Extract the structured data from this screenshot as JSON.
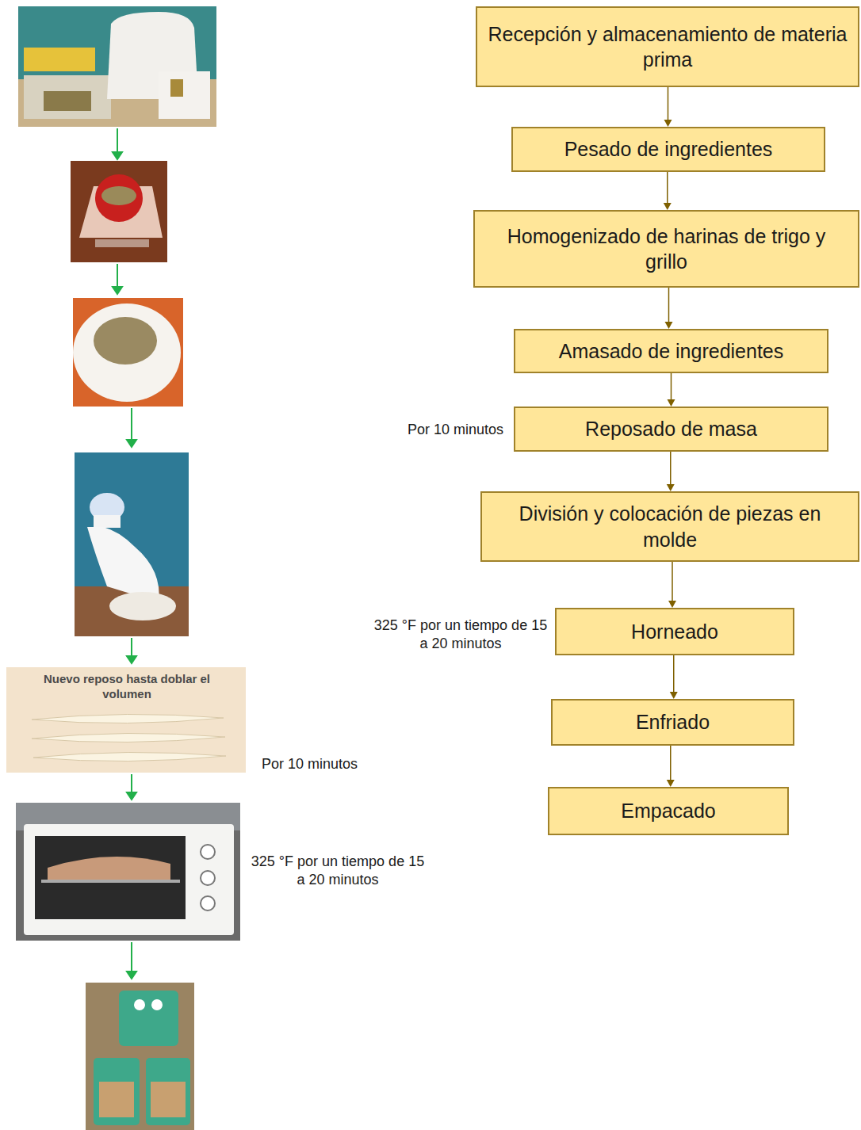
{
  "diagram": {
    "nodes": [
      {
        "text": [
          "Recepción y almacenamiento de materia prima"
        ]
      },
      {
        "text": [
          "Pesado de ingredientes"
        ]
      },
      {
        "text": [
          "Homogenizado de harinas de trigo y grillo"
        ]
      },
      {
        "text": [
          "Amasado de ingredientes"
        ]
      },
      {
        "text": [
          "Reposado de masa"
        ]
      },
      {
        "text": [
          "División y colocación de piezas en molde"
        ]
      },
      {
        "text": [
          "Horneado"
        ]
      },
      {
        "text": [
          "Enfriado"
        ]
      },
      {
        "text": [
          "Empacado"
        ]
      }
    ],
    "edges": [
      {
        "from": 0,
        "to": 1,
        "arrow": "to"
      },
      {
        "from": 1,
        "to": 2,
        "arrow": "to"
      },
      {
        "from": 2,
        "to": 3,
        "arrow": "to"
      },
      {
        "from": 3,
        "to": 4,
        "arrow": "to"
      },
      {
        "from": 4,
        "to": 5,
        "arrow": "to"
      },
      {
        "from": 5,
        "to": 6,
        "arrow": "to"
      },
      {
        "from": 6,
        "to": 7,
        "arrow": "to"
      },
      {
        "from": 7,
        "to": 8,
        "arrow": "to"
      }
    ],
    "labels": [
      "Por 10 minutos",
      "325 °F por un tiempo de 15 a 20 minutos",
      "Nuevo reposo hasta doblar el volumen",
      "Por 10 minutos",
      "325 °F por un tiempo de 15 a 20 minutos"
    ]
  }
}
